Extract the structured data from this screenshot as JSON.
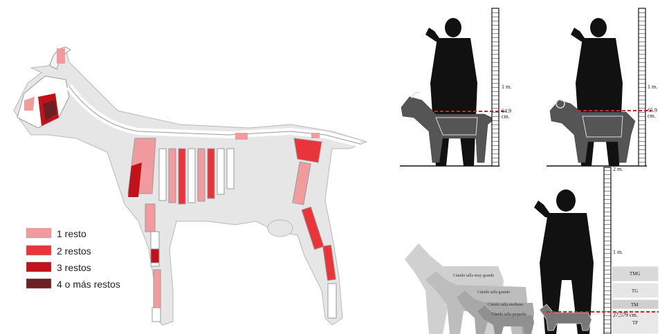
{
  "legend": {
    "items": [
      {
        "label": "1 resto",
        "color": "#f19b9f"
      },
      {
        "label": "2 restos",
        "color": "#e8353b"
      },
      {
        "label": "3 restos",
        "color": "#c1121c"
      },
      {
        "label": "4 o más restos",
        "color": "#6b2124"
      }
    ]
  },
  "panel_goat": {
    "scale_label": "1 m.",
    "height_label_value": "64.9",
    "height_label_unit": "cm."
  },
  "panel_sheep": {
    "scale_label": "1 m.",
    "height_label_value": "65.9",
    "height_label_unit": "cm."
  },
  "panel_dog": {
    "scale_top_label": "2 m.",
    "scale_mid_label": "1 m.",
    "height_label": "27,579 cm.",
    "dogs": [
      {
        "label": "Cánido talla muy grande"
      },
      {
        "label": "Cánido talla grande"
      },
      {
        "label": "Cánido talla mediana"
      },
      {
        "label": "Cánido talla pequeña"
      }
    ],
    "classes": [
      {
        "label": "TMG"
      },
      {
        "label": "TG"
      },
      {
        "label": "TM"
      },
      {
        "label": "TP"
      }
    ]
  },
  "colors": {
    "goat_fill": "#e6e6e6",
    "silhouette": "#111111",
    "height_line": "#d21f26",
    "bone_fill": "#ffffff"
  }
}
